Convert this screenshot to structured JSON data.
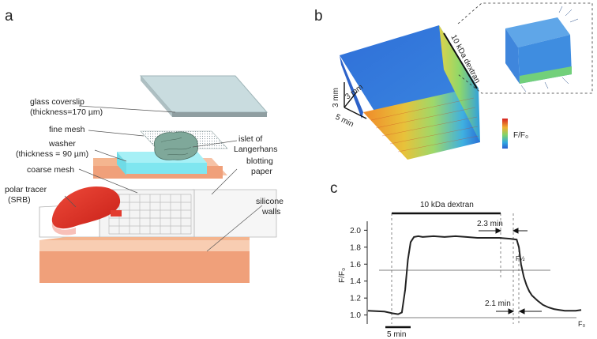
{
  "panels": {
    "a": "a",
    "b": "b",
    "c": "c"
  },
  "panel_a": {
    "labels": {
      "coverslip_1": "glass coverslip",
      "coverslip_2": "(thickness=170 µm)",
      "fine_mesh": "fine mesh",
      "washer_1": "washer",
      "washer_2": "(thickness = 90 µm)",
      "coarse_mesh": "coarse mesh",
      "tracer_1": "polar tracer",
      "tracer_2": "(SRB)",
      "islet_1": "islet of",
      "islet_2": "Langerhans",
      "blotting_1": "blotting",
      "blotting_2": "paper",
      "silicone_1": "silicone",
      "silicone_2": "walls"
    },
    "colors": {
      "tracer": "#e23b2e",
      "orange_base": "#f0a07a",
      "cyan_washer": "#7fe6f0",
      "coverslip": "#bcd2d6",
      "islet": "#7fa89a"
    }
  },
  "panel_b": {
    "cube_label": "10 kDa dextran",
    "scale_depth": "3 mm",
    "scale_width": "3 mm",
    "scale_time": "5 min",
    "colorbar_label": "F/F₀"
  },
  "chart_data": {
    "type": "line",
    "title": "",
    "ylabel": "F/F₀",
    "xlabel": "",
    "ylim": [
      0.95,
      2.05
    ],
    "yticks": [
      "1.0",
      "1.2",
      "1.4",
      "1.6",
      "1.8",
      "2.0"
    ],
    "x_unit": "min",
    "scale_bar": "5 min",
    "stim_bar": "10 kDa dextran",
    "annotations": {
      "rise": "2.3 min",
      "decay": "2.1 min",
      "half": "F½",
      "base": "F₀"
    },
    "series": [
      {
        "x": [
          0,
          3,
          4.5,
          5.5,
          6.2,
          6.8,
          7.3,
          7.8,
          8.4,
          9.2,
          10,
          12,
          14,
          16,
          18,
          20,
          22,
          24,
          26,
          27.2,
          27.6,
          28.0,
          28.5,
          29,
          29.5,
          30,
          31,
          32,
          33,
          34,
          35,
          36,
          37,
          38,
          39
        ],
        "values": [
          1.05,
          1.04,
          1.02,
          1.01,
          1.03,
          1.3,
          1.65,
          1.86,
          1.92,
          1.93,
          1.92,
          1.93,
          1.92,
          1.93,
          1.92,
          1.91,
          1.91,
          1.91,
          1.9,
          1.89,
          1.8,
          1.6,
          1.45,
          1.35,
          1.28,
          1.23,
          1.17,
          1.12,
          1.09,
          1.07,
          1.06,
          1.05,
          1.05,
          1.05,
          1.06
        ]
      }
    ]
  }
}
